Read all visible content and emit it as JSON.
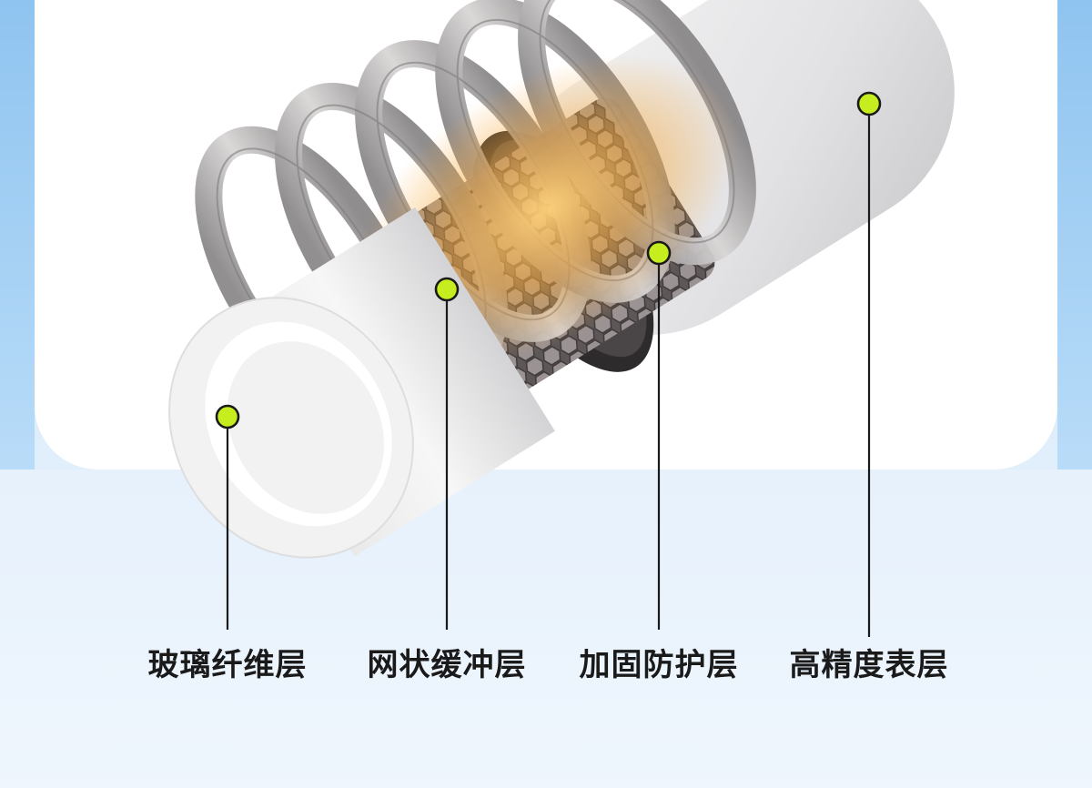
{
  "colors": {
    "marker_fill": "#c6ee1e",
    "marker_stroke": "#1a1a1a",
    "leader_line": "#1a1a1a",
    "label_text": "#1a1a1a",
    "band_gold": "#f7b541",
    "band_silver": "#a9a6a8",
    "honeycomb": "#6c6667"
  },
  "layers": [
    {
      "id": "fiberglass",
      "label": "玻璃纤维层"
    },
    {
      "id": "mesh-buffer",
      "label": "网状缓冲层"
    },
    {
      "id": "reinforcement",
      "label": "加固防护层"
    },
    {
      "id": "surface",
      "label": "高精度表层"
    }
  ]
}
